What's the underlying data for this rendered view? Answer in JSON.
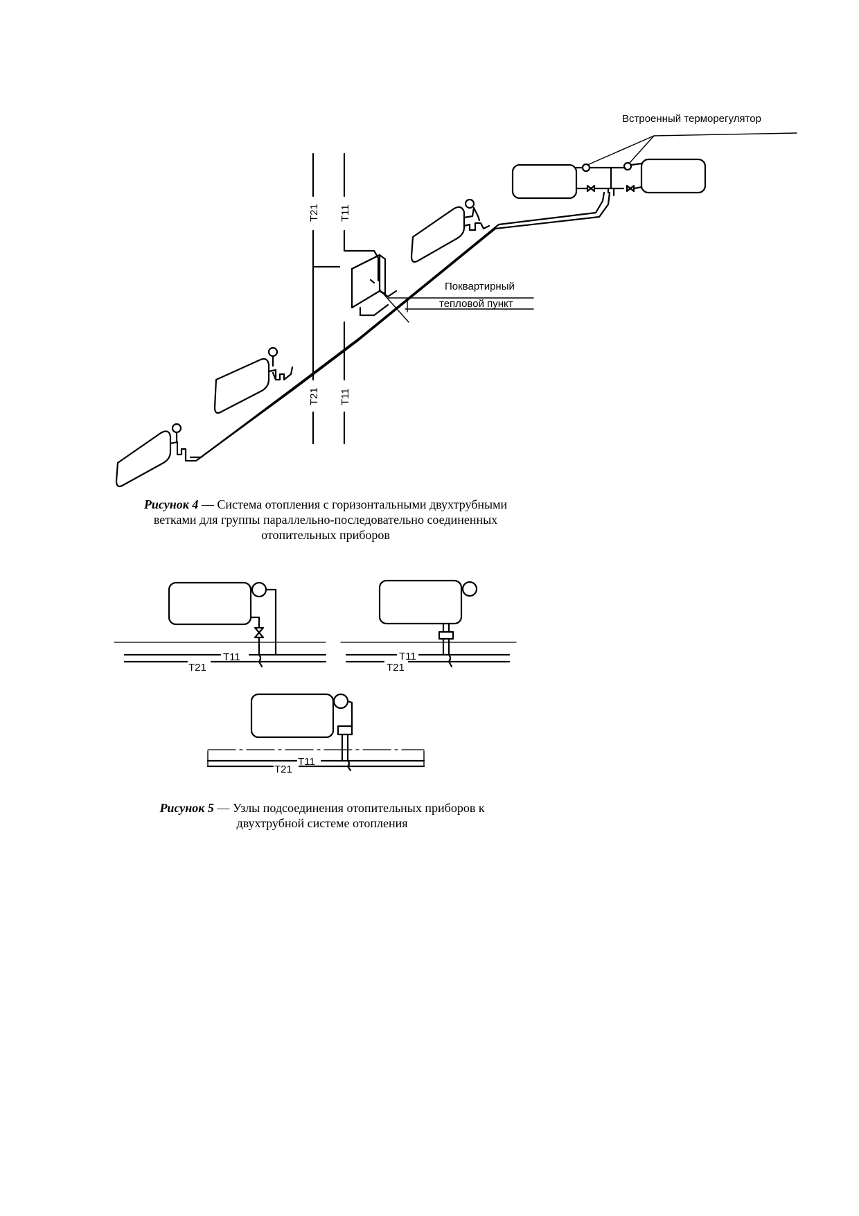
{
  "figure4": {
    "label_thermostat": "Встроенный терморегулятор",
    "label_heat_point_line1": "Поквартирный",
    "label_heat_point_line2": "тепловой пункт",
    "riser_t21_top": "T21",
    "riser_t11_top": "T11",
    "riser_t21_bottom": "T21",
    "riser_t11_bottom": "T11",
    "caption_bold": "Рисунок 4",
    "caption_line1": " — Система отопления с горизонтальными двухтрубными",
    "caption_line2": "ветками для группы параллельно-последовательно соединенных",
    "caption_line3": "отопительных приборов"
  },
  "figure5": {
    "node1_t11": "T11",
    "node1_t21": "T21",
    "node2_t11": "T11",
    "node2_t21": "T21",
    "node3_t11": "T11",
    "node3_t21": "T21",
    "caption_bold": "Рисунок 5",
    "caption_line1": " — Узлы подсоединения отопительных приборов к",
    "caption_line2": "двухтрубной системе отопления"
  }
}
